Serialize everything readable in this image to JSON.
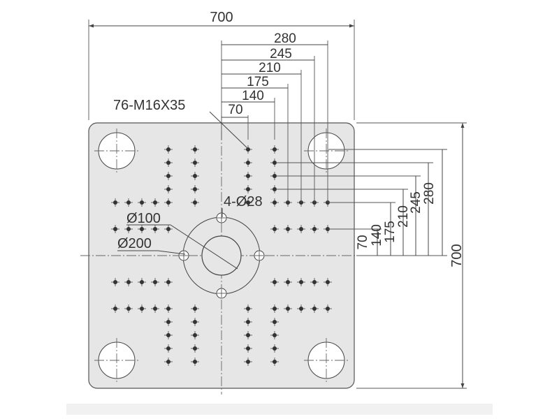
{
  "colors": {
    "plate_fill": "#e6e6e6",
    "plate_stroke": "#555555",
    "line": "#444444",
    "text": "#333333",
    "floor_shadow": "#eeeeee"
  },
  "drawing": {
    "overall_width": "700",
    "overall_height": "700",
    "horizontal_dims": [
      "280",
      "245",
      "210",
      "175",
      "140",
      "70"
    ],
    "vertical_dims": [
      "70",
      "140",
      "175",
      "210",
      "245",
      "280"
    ],
    "callout_tapped_holes": "76-M16X35",
    "callout_small_holes": "4-Ø28",
    "callout_inner_circle": "Ø100",
    "callout_outer_circle": "Ø200"
  }
}
